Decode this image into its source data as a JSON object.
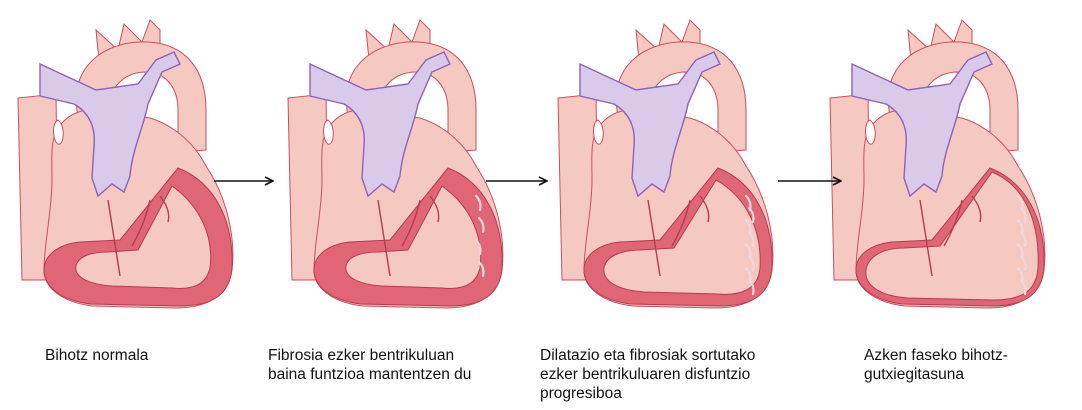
{
  "colors": {
    "tissue": "#f6c8c2",
    "tissue_stroke": "#c8505f",
    "myocardium": "#e06676",
    "myocardium_stroke": "#b43c4e",
    "vein": "#dacaea",
    "vein_stroke": "#8d63b6",
    "fibrosis": "#f3d6d8",
    "arrow": "#111111",
    "background": "#ffffff"
  },
  "stages": [
    {
      "caption_lines": [
        "Bihotz normala"
      ],
      "wall": "thick",
      "fibrosis": "none"
    },
    {
      "caption_lines": [
        "Fibrosia ezker bentrikuluan",
        "baina funtzioa mantentzen du"
      ],
      "wall": "thick",
      "fibrosis": "light"
    },
    {
      "caption_lines": [
        "Dilatazio eta fibrosiak sortutako",
        "ezker bentrikuluaren disfuntzio",
        "progresiboa"
      ],
      "wall": "medium",
      "fibrosis": "heavy"
    },
    {
      "caption_lines": [
        "Azken faseko bihotz-",
        "gutxiegitasuna"
      ],
      "wall": "thin",
      "fibrosis": "heavy"
    }
  ]
}
